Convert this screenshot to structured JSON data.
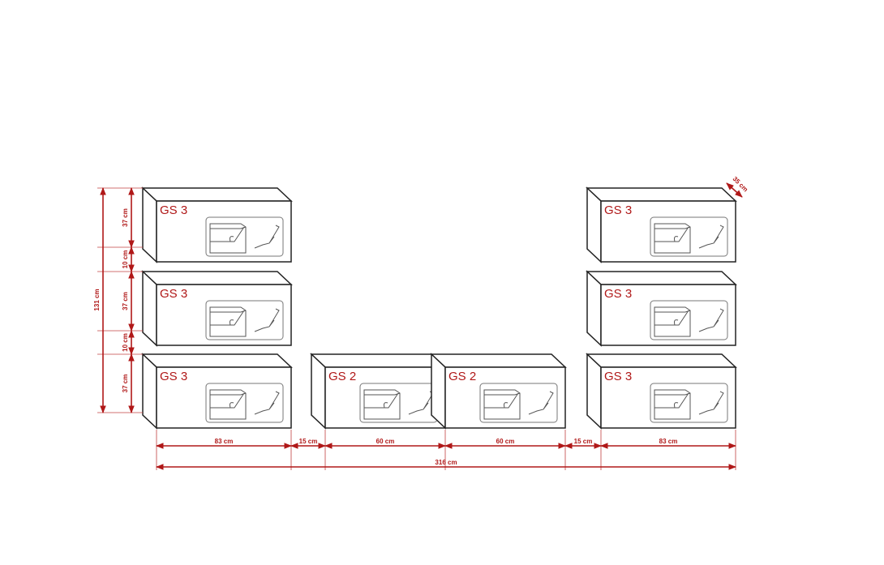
{
  "cabinets": [
    {
      "label": "GS 3"
    },
    {
      "label": "GS 3"
    },
    {
      "label": "GS 3"
    },
    {
      "label": "GS 2"
    },
    {
      "label": "GS 2"
    },
    {
      "label": "GS 3"
    },
    {
      "label": "GS 3"
    },
    {
      "label": "GS 3"
    }
  ],
  "dimensions": {
    "total_height": "131 cm",
    "vertical": [
      "37 cm",
      "10 cm",
      "37 cm",
      "10 cm",
      "37 cm"
    ],
    "depth": "35 cm",
    "horizontal": [
      "83 cm",
      "15 cm",
      "60 cm",
      "60 cm",
      "15 cm",
      "83 cm"
    ],
    "total_width": "316 cm"
  },
  "colors": {
    "dimension": "#b01818",
    "outline": "#222222"
  }
}
